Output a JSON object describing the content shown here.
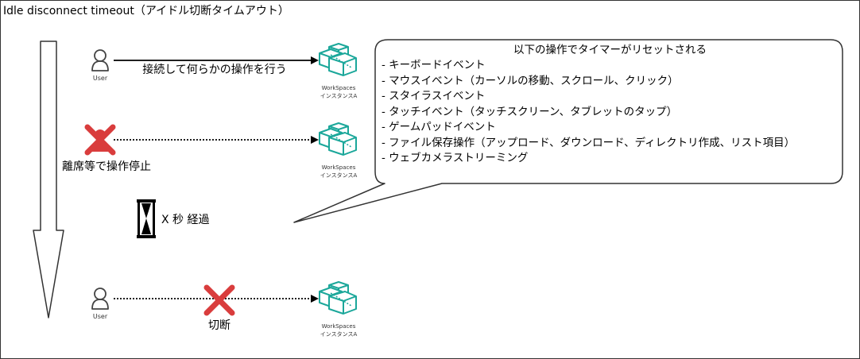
{
  "title": "Idle disconnect timeout（アイドル切断タイムアウト）",
  "colors": {
    "aws_green": "#1BA79A",
    "cross_red": "#D93D3D",
    "line": "#000000",
    "frame": "#333333"
  },
  "step1": {
    "user_label": "User",
    "arrow_label": "接続して何らかの操作を行う",
    "target_line1": "WorkSpaces",
    "target_line2": "インスタンスA"
  },
  "step2": {
    "user_caption": "離席等で操作停止",
    "target_line1": "WorkSpaces",
    "target_line2": "インスタンスA"
  },
  "step3": {
    "timer_icon": "hourglass-icon",
    "timer_label": "X 秒 経過"
  },
  "step4": {
    "user_label": "User",
    "disconnect_label": "切断",
    "target_line1": "WorkSpaces",
    "target_line2": "インスタンスA"
  },
  "note": {
    "title": "以下の操作でタイマーがリセットされる",
    "items": [
      "- キーボードイベント",
      "- マウスイベント（カーソルの移動、スクロール、クリック）",
      "- スタイラスイベント",
      "- タッチイベント（タッチスクリーン、タブレットのタップ）",
      "- ゲームパッドイベント",
      "- ファイル保存操作（アップロード、ダウンロード、ディレクトリ作成、リスト項目）",
      "- ウェブカメラストリーミング"
    ]
  }
}
